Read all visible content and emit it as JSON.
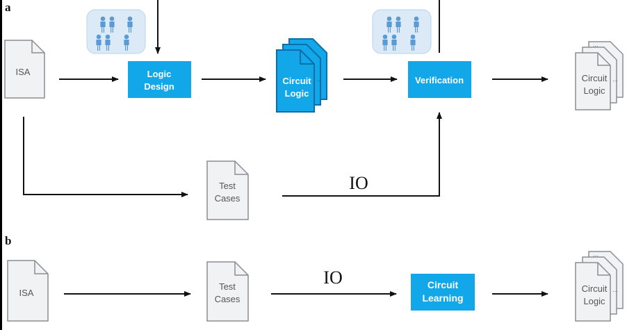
{
  "panel_a": {
    "label": "a",
    "isa": "ISA",
    "logic_design": [
      "Logic",
      "Design"
    ],
    "circuit_logic": [
      "Circuit",
      "Logic"
    ],
    "verification": "Verification",
    "output": [
      "Circuit",
      "Logic"
    ],
    "test_cases": [
      "Test",
      "Cases"
    ],
    "io": "IO",
    "ellipsis": "..."
  },
  "panel_b": {
    "label": "b",
    "isa": "ISA",
    "test_cases": [
      "Test",
      "Cases"
    ],
    "io": "IO",
    "circuit_learning": [
      "Circuit",
      "Learning"
    ],
    "output": [
      "Circuit",
      "Logic"
    ],
    "ellipsis": "..."
  },
  "colors": {
    "accent_blue": "#12a7e8",
    "dark_blue": "#0a6fa8",
    "people_blue": "#5b9bd5",
    "people_bg": "#dce9f7",
    "doc_fill": "#f1f2f4",
    "doc_stroke": "#8a8d92",
    "arrow": "#111111",
    "left_bar": "#000000"
  },
  "icons": [
    "people-group-icon",
    "document-icon",
    "document-stack-icon"
  ]
}
